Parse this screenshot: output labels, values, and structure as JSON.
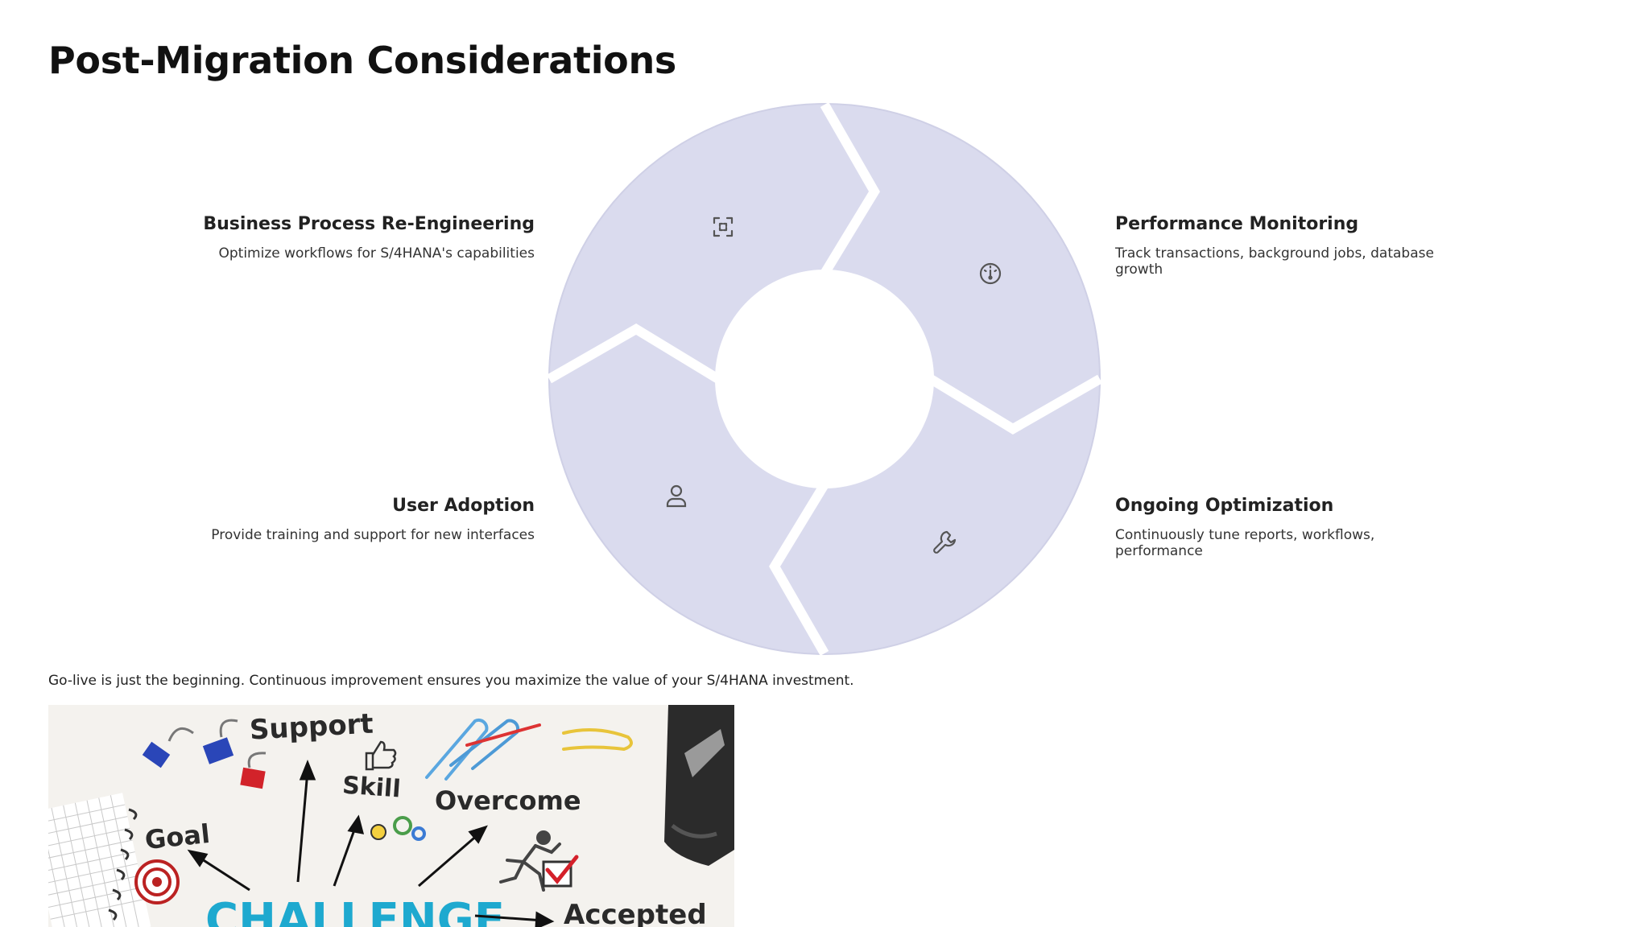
{
  "title": "Post-Migration Considerations",
  "cycle": {
    "segment_color": "#dadbee",
    "items": [
      {
        "title": "Business Process Re-Engineering",
        "description": "Optimize workflows for S/4HANA's capabilities",
        "icon": "focus-scan-icon"
      },
      {
        "title": "Performance Monitoring",
        "description": "Track transactions, background jobs, database growth",
        "icon": "gauge-icon"
      },
      {
        "title": "Ongoing Optimization",
        "description": "Continuously tune reports, workflows, performance",
        "icon": "wrench-icon"
      },
      {
        "title": "User Adoption",
        "description": "Provide training and support for new interfaces",
        "icon": "user-icon"
      }
    ]
  },
  "caption": "Go-live is just the beginning. Continuous improvement ensures you maximize the value of your S/4HANA investment.",
  "image": {
    "words": [
      "Support",
      "Skill",
      "Overcome",
      "Goal",
      "CHALLENGE",
      "Accepted"
    ]
  }
}
